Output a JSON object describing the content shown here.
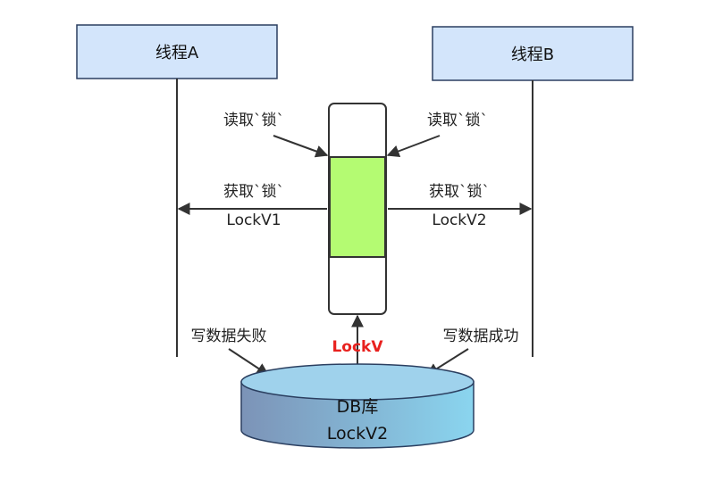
{
  "thread_a": {
    "label": "线程A"
  },
  "thread_b": {
    "label": "线程B"
  },
  "edges": {
    "a_read_lock": "读取`锁`",
    "b_read_lock": "读取`锁`",
    "a_acquire_lock": "获取`锁`",
    "a_acquire_version": "LockV1",
    "b_acquire_lock": "获取`锁`",
    "b_acquire_version": "LockV2",
    "a_write_result": "写数据失败",
    "b_write_result": "写数据成功",
    "db_lock_version": "LockV"
  },
  "database": {
    "name": "DB库",
    "version": "LockV2"
  },
  "colors": {
    "thread_fill": "#d3e5fb",
    "thread_stroke": "#2b3f60",
    "lock_active": "#b4fb72",
    "accent_red": "#e8211e",
    "db_top": "#9fd2ec",
    "db_side_start": "#7c93b7",
    "db_side_end": "#8ad5ef"
  }
}
